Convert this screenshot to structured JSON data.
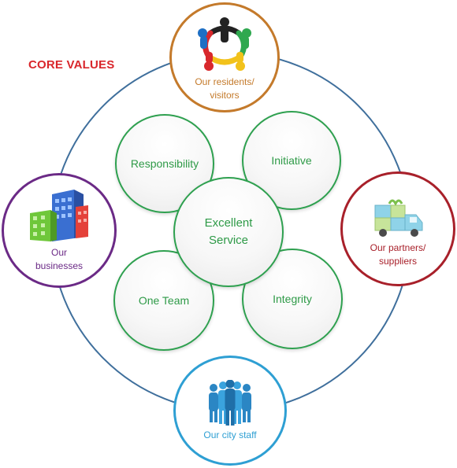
{
  "title": "CORE VALUES",
  "values": {
    "center": "Excellent\nService",
    "top_left": "Responsibility",
    "top_right": "Initiative",
    "bottom_left": "One Team",
    "bottom_right": "Integrity"
  },
  "stakeholders": {
    "top": {
      "label": "Our residents/\nvisitors",
      "color": "#c47a2b",
      "icon": "people-circle-icon"
    },
    "left": {
      "label": "Our\nbusinesses",
      "color": "#6b2a86",
      "icon": "buildings-icon"
    },
    "right": {
      "label": "Our partners/\nsuppliers",
      "color": "#a8202a",
      "icon": "delivery-truck-icon"
    },
    "bottom": {
      "label": "Our city staff",
      "color": "#2e9fd3",
      "icon": "staff-group-icon"
    }
  },
  "colors": {
    "ring": "#3f6f9c",
    "value_border": "#2ea04f",
    "value_text": "#2e9a47",
    "title": "#d9262b"
  }
}
